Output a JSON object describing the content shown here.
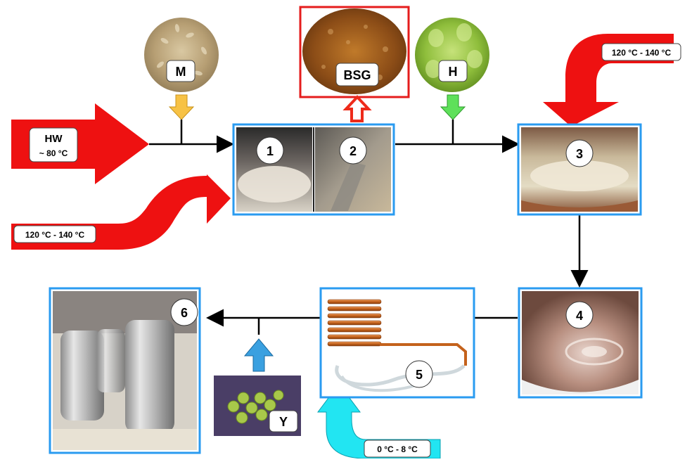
{
  "ingredients": {
    "malt": "M",
    "spent_grain": "BSG",
    "hops": "H",
    "yeast": "Y"
  },
  "hot_water": {
    "label": "HW",
    "temperature": "~ 80 °C"
  },
  "heat_inputs": {
    "mash": "120 °C - 140 °C",
    "boil": "120 °C - 140 °C"
  },
  "cooling_input": "0 °C - 8 °C",
  "steps": [
    "1",
    "2",
    "3",
    "4",
    "5",
    "6"
  ],
  "colors": {
    "heat": "#ee1111",
    "cooling": "#22e5f2",
    "frame": "#2a9bf0",
    "bsg_frame": "#e51c1c",
    "malt_arrow": "#f7c245",
    "bsg_arrow": "#ee2a1a",
    "hops_arrow": "#5ee05a",
    "yeast_arrow": "#3aa0e0"
  }
}
